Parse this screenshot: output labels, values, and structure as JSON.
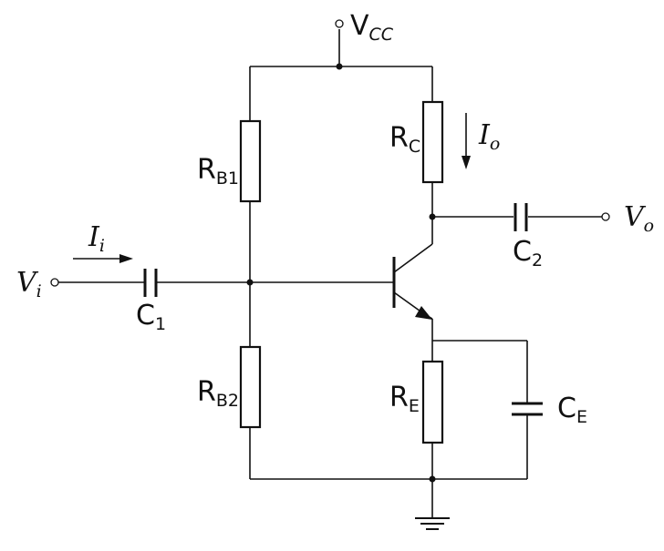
{
  "labels": {
    "vcc": {
      "main": "V",
      "sub": "CC"
    },
    "rb1": {
      "main": "R",
      "sub": "B1"
    },
    "rb2": {
      "main": "R",
      "sub": "B2"
    },
    "rc": {
      "main": "R",
      "sub": "C"
    },
    "re": {
      "main": "R",
      "sub": "E"
    },
    "c1": {
      "main": "C",
      "sub": "1"
    },
    "c2": {
      "main": "C",
      "sub": "2"
    },
    "ce": {
      "main": "C",
      "sub": "E"
    },
    "vi": {
      "main": "V",
      "sub": "i"
    },
    "vo": {
      "main": "V",
      "sub": "o"
    },
    "ii": {
      "main": "I",
      "sub": "i"
    },
    "io": {
      "main": "I",
      "sub": "o"
    }
  }
}
